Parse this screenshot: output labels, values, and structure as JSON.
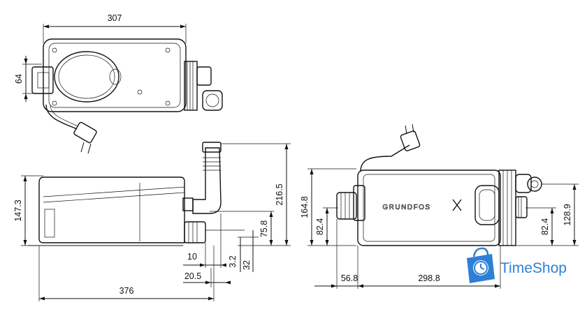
{
  "dimensions": {
    "top_width": "307",
    "top_height": "64",
    "side_height": "147.3",
    "side_outlet_height": "216.5",
    "side_inlet_height": "75.8",
    "side_dim_10": "10",
    "side_dim_3_2": "3.2",
    "side_dim_32": "32",
    "side_dim_20_5": "20.5",
    "side_width": "376",
    "end_height": "164.8",
    "end_inlet_left": "82.4",
    "end_inlet_right": "82.4",
    "end_outlet": "128.9",
    "end_dim_56_8": "56.8",
    "end_dim_298_8": "298.8"
  },
  "product": {
    "brand_mark": "GRUNDFOS"
  },
  "watermark": {
    "text": "TimeShop",
    "color": "#2e7fd6"
  }
}
